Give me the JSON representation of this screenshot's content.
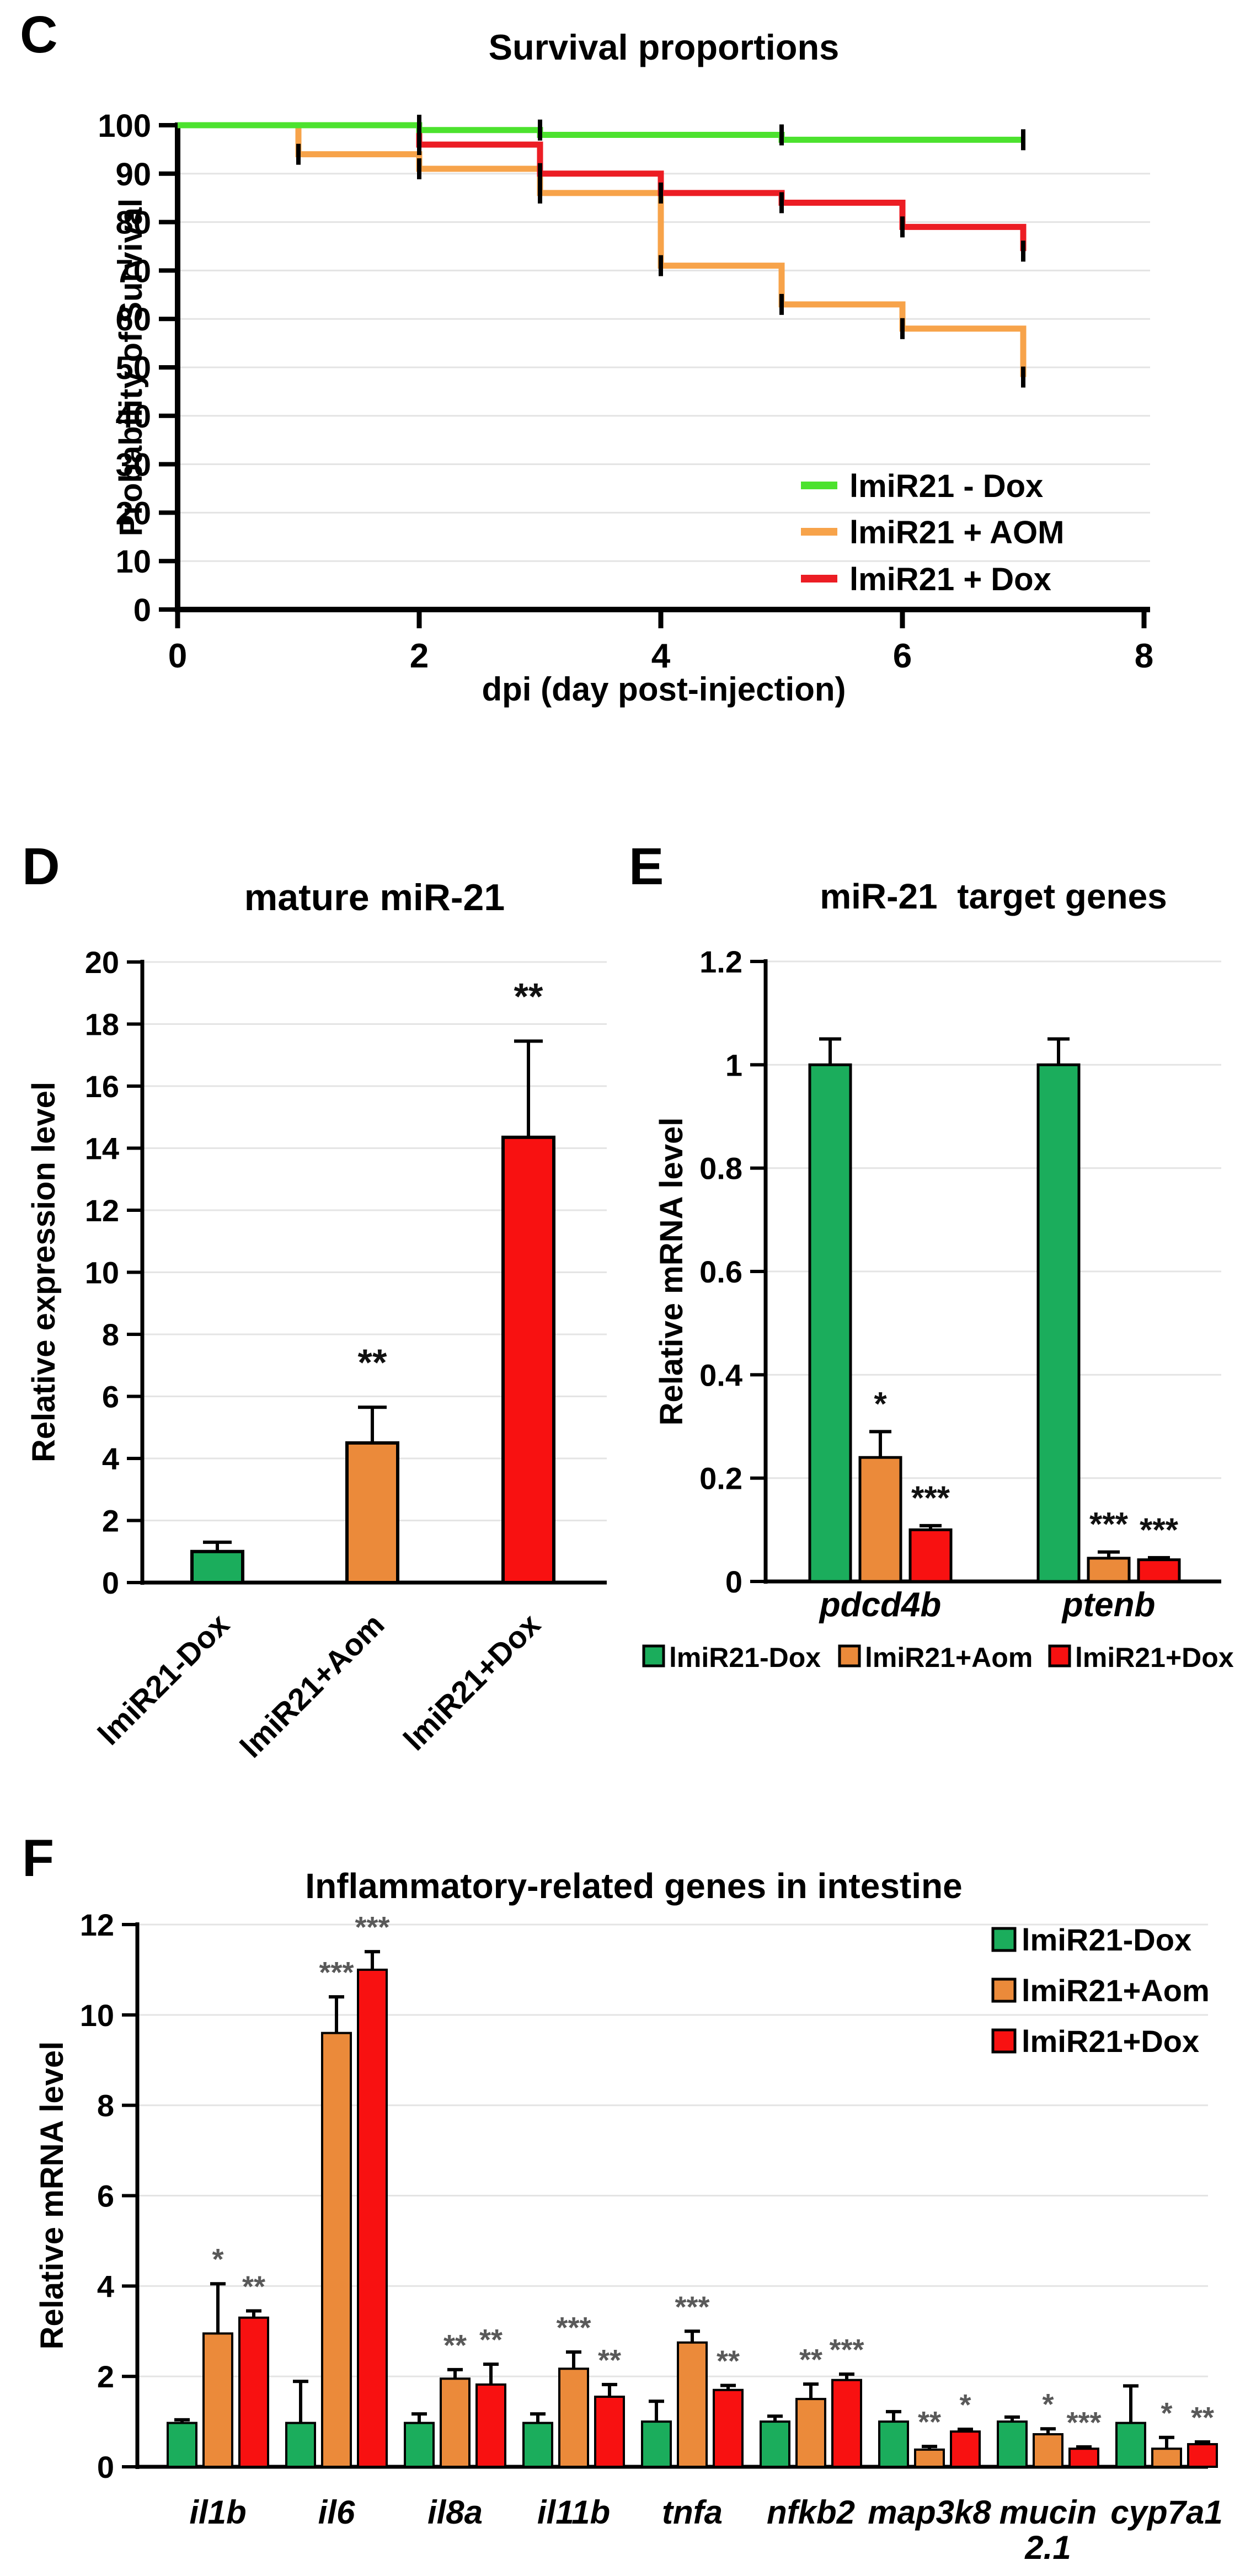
{
  "panels": {
    "c": "C",
    "d": "D",
    "e": "E",
    "f": "F"
  },
  "colors": {
    "survival_green": "#4CE22E",
    "survival_orange": "#F7A34A",
    "survival_red": "#EC1D24",
    "bar_green": "#1BAD5C",
    "bar_orange": "#EB8A3A",
    "bar_red": "#F81111",
    "grid": "#E4E4E4",
    "axis": "#000000",
    "sig_dark": "#111111",
    "sig_gray": "#595959"
  },
  "chart_data": [
    {
      "id": "survival",
      "type": "line",
      "title": "Survival proportions",
      "xlabel": "dpi (day post-injection)",
      "ylabel": "Probability of Survival",
      "xlim": [
        0,
        8
      ],
      "xticks": [
        0,
        2,
        4,
        6,
        8
      ],
      "ylim": [
        0,
        100
      ],
      "yticks": [
        0,
        10,
        20,
        30,
        40,
        50,
        60,
        70,
        80,
        90,
        100
      ],
      "grid": true,
      "legend_position": "inside-right",
      "series": [
        {
          "name": "lmiR21 - Dox",
          "color": "#4CE22E",
          "steps": [
            [
              0,
              100
            ],
            [
              2,
              100
            ],
            [
              2,
              99
            ],
            [
              3,
              99
            ],
            [
              3,
              98
            ],
            [
              5,
              98
            ],
            [
              5,
              97
            ],
            [
              7,
              97
            ]
          ],
          "censor_ticks": [
            [
              2,
              100
            ],
            [
              3,
              99
            ],
            [
              5,
              98
            ],
            [
              7,
              97
            ]
          ]
        },
        {
          "name": "lmiR21 + AOM",
          "color": "#F7A34A",
          "steps": [
            [
              0,
              100
            ],
            [
              1,
              100
            ],
            [
              1,
              94
            ],
            [
              2,
              94
            ],
            [
              2,
              91
            ],
            [
              3,
              91
            ],
            [
              3,
              86
            ],
            [
              4,
              86
            ],
            [
              4,
              71
            ],
            [
              5,
              71
            ],
            [
              5,
              63
            ],
            [
              6,
              63
            ],
            [
              6,
              58
            ],
            [
              7,
              58
            ],
            [
              7,
              48
            ]
          ],
          "censor_ticks": [
            [
              1,
              94
            ],
            [
              2,
              91
            ],
            [
              3,
              86
            ],
            [
              4,
              71
            ],
            [
              5,
              63
            ],
            [
              6,
              58
            ],
            [
              7,
              48
            ]
          ]
        },
        {
          "name": "lmiR21 + Dox",
          "color": "#EC1D24",
          "steps": [
            [
              0,
              100
            ],
            [
              2,
              100
            ],
            [
              2,
              96
            ],
            [
              3,
              96
            ],
            [
              3,
              90
            ],
            [
              4,
              90
            ],
            [
              4,
              86
            ],
            [
              5,
              86
            ],
            [
              5,
              84
            ],
            [
              6,
              84
            ],
            [
              6,
              79
            ],
            [
              7,
              79
            ],
            [
              7,
              74
            ]
          ],
          "censor_ticks": [
            [
              2,
              96
            ],
            [
              3,
              90
            ],
            [
              4,
              86
            ],
            [
              5,
              84
            ],
            [
              6,
              79
            ],
            [
              7,
              74
            ]
          ]
        }
      ]
    },
    {
      "id": "mature_mir21",
      "type": "bar",
      "title": "mature miR-21",
      "xlabel": "",
      "ylabel": "Relative expression level",
      "ylim": [
        0,
        20
      ],
      "ytick_step": 2,
      "grid": true,
      "sig_color": "#111111",
      "categories": [
        "lmiR21-Dox",
        "lmiR21+Aom",
        "lmiR21+Dox"
      ],
      "bars": [
        {
          "label": "lmiR21-Dox",
          "color": "#1BAD5C",
          "value": 1.0,
          "error": 0.3,
          "sig": ""
        },
        {
          "label": "lmiR21+Aom",
          "color": "#EB8A3A",
          "value": 4.5,
          "error": 1.15,
          "sig": "**"
        },
        {
          "label": "lmiR21+Dox",
          "color": "#F81111",
          "value": 14.35,
          "error": 3.1,
          "sig": "**"
        }
      ]
    },
    {
      "id": "mir21_target_genes",
      "type": "grouped-bar",
      "title": "miR-21  target genes",
      "xlabel": "",
      "ylabel": "Relative mRNA level",
      "ylim": [
        0,
        1.2
      ],
      "ytick_step": 0.2,
      "grid": true,
      "sig_color": "#111111",
      "legend_position": "bottom-row",
      "categories": [
        "pdcd4b",
        "ptenb"
      ],
      "series": [
        {
          "name": "lmiR21-Dox",
          "color": "#1BAD5C",
          "values": [
            1.0,
            1.0
          ],
          "errors": [
            0.05,
            0.05
          ],
          "sig": [
            "",
            ""
          ]
        },
        {
          "name": "lmiR21+Aom",
          "color": "#EB8A3A",
          "values": [
            0.24,
            0.045
          ],
          "errors": [
            0.05,
            0.012
          ],
          "sig": [
            "*",
            "***"
          ]
        },
        {
          "name": "lmiR21+Dox",
          "color": "#F81111",
          "values": [
            0.1,
            0.042
          ],
          "errors": [
            0.008,
            0.004
          ],
          "sig": [
            "***",
            "***"
          ]
        }
      ]
    },
    {
      "id": "inflammatory_genes",
      "type": "grouped-bar",
      "title": "Inflammatory-related genes in intestine",
      "xlabel": "",
      "ylabel": "Relative mRNA level",
      "ylim": [
        0,
        12
      ],
      "ytick_step": 2,
      "grid": true,
      "sig_color": "#595959",
      "legend_position": "top-right",
      "categories": [
        "il1b",
        "il6",
        "il8a",
        "il11b",
        "tnfa",
        "nfkb2",
        "map3k8",
        "mucin\n2.1",
        "cyp7a1"
      ],
      "series": [
        {
          "name": "lmiR21-Dox",
          "color": "#1BAD5C",
          "values": [
            0.97,
            0.97,
            0.97,
            0.97,
            1.0,
            1.0,
            1.0,
            1.0,
            0.97
          ],
          "errors": [
            0.07,
            0.92,
            0.2,
            0.2,
            0.45,
            0.12,
            0.22,
            0.1,
            0.82
          ],
          "sig": [
            "",
            "",
            "",
            "",
            "",
            "",
            "",
            "",
            ""
          ]
        },
        {
          "name": "lmiR21+Aom",
          "color": "#EB8A3A",
          "values": [
            2.95,
            9.6,
            1.95,
            2.17,
            2.75,
            1.5,
            0.38,
            0.72,
            0.4
          ],
          "errors": [
            1.1,
            0.8,
            0.2,
            0.37,
            0.25,
            0.33,
            0.07,
            0.12,
            0.25
          ],
          "sig": [
            "*",
            "***",
            "**",
            "***",
            "***",
            "**",
            "**",
            "*",
            "*"
          ]
        },
        {
          "name": "lmiR21+Dox",
          "color": "#F81111",
          "values": [
            3.3,
            11.0,
            1.82,
            1.55,
            1.7,
            1.92,
            0.78,
            0.4,
            0.5
          ],
          "errors": [
            0.15,
            0.4,
            0.45,
            0.27,
            0.1,
            0.13,
            0.05,
            0.04,
            0.05
          ],
          "sig": [
            "**",
            "***",
            "**",
            "**",
            "**",
            "***",
            "*",
            "***",
            "**"
          ]
        }
      ]
    }
  ]
}
